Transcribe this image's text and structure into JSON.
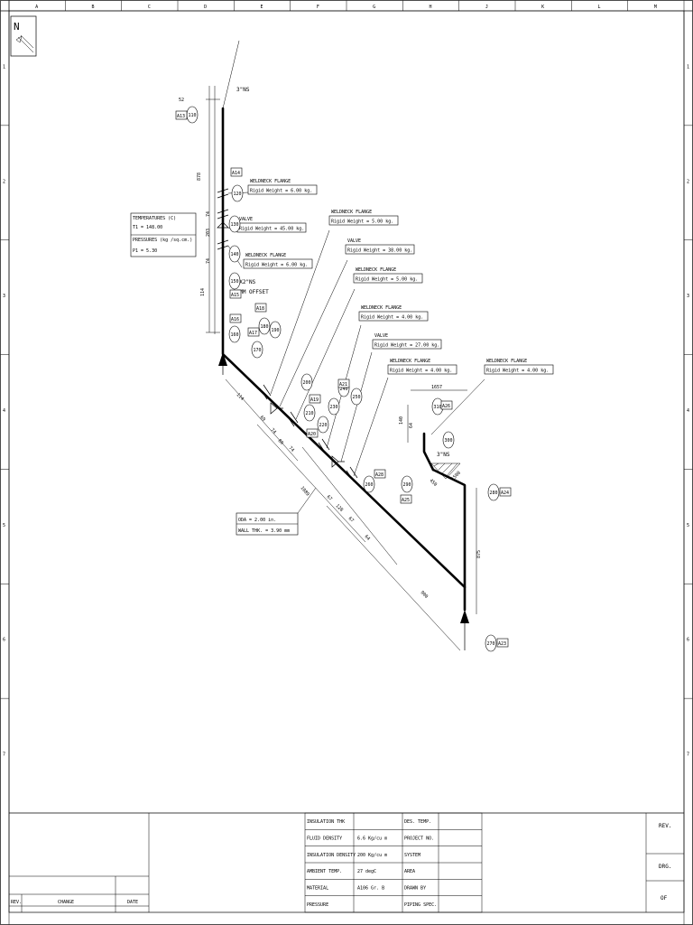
{
  "grid": {
    "columns": [
      "A",
      "B",
      "C",
      "D",
      "E",
      "F",
      "G",
      "H",
      "J",
      "K",
      "L",
      "M"
    ],
    "rows": [
      "1",
      "2",
      "3",
      "4",
      "5",
      "6",
      "7"
    ]
  },
  "north_arrow": "N",
  "pipe_labels": {
    "ns_top": "3\"NS",
    "ns_mid": "3\"NS",
    "reducer": "3\"X2\"NS",
    "offset": "14MM OFFSET"
  },
  "callouts": [
    {
      "title": "WELDNECK FLANGE",
      "weight": "Rigid Weight = 6.00 kg."
    },
    {
      "title": "VALVE",
      "weight": "Rigid Weight = 45.00 kg."
    },
    {
      "title": "WELDNECK FLANGE",
      "weight": "Rigid Weight = 6.00 kg."
    },
    {
      "title": "WELDNECK FLANGE",
      "weight": "Rigid Weight = 5.00 kg."
    },
    {
      "title": "VALVE",
      "weight": "Rigid Weight = 38.00 kg."
    },
    {
      "title": "WELDNECK FLANGE",
      "weight": "Rigid Weight = 5.00 kg."
    },
    {
      "title": "WELDNECK FLANGE",
      "weight": "Rigid Weight = 4.00 kg."
    },
    {
      "title": "VALVE",
      "weight": "Rigid Weight = 27.00 kg."
    },
    {
      "title": "WELDNECK FLANGE",
      "weight": "Rigid Weight = 4.00 kg."
    },
    {
      "title": "WELDNECK FLANGE",
      "weight": "Rigid Weight = 4.00 kg."
    }
  ],
  "conditions": {
    "temp_title": "TEMPERATURES (C)",
    "temp_value": "T1 = 148.00",
    "press_title": "PRESSURES (kg /sq.cm.)",
    "press_value": "P1 = 5.30"
  },
  "section": {
    "od": "ODA = 2.00 in.",
    "wall": "WALL THK. = 3.90 mm"
  },
  "nodes": {
    "n110": "110",
    "n120": "120",
    "n130": "130",
    "n140": "140",
    "n150": "150",
    "n160": "160",
    "n170": "170",
    "n180": "180",
    "n190": "190",
    "n200": "200",
    "n210": "210",
    "n220": "220",
    "n230": "230",
    "n240": "240",
    "n250": "250",
    "n260": "260",
    "n270": "270",
    "n280": "280",
    "n290": "290",
    "n300": "300",
    "n310": "310"
  },
  "anchors": {
    "a13": "A13",
    "a14": "A14",
    "a15": "A15",
    "a16": "A16",
    "a17": "A17",
    "a18": "A18",
    "a19": "A19",
    "a20": "A20",
    "a21": "A21",
    "a23": "A23",
    "a24": "A24",
    "a25": "A25",
    "a26": "A26",
    "a28": "A28"
  },
  "dimensions": {
    "d52": "52",
    "d878": "878",
    "d74a": "74",
    "d203": "203",
    "d74b": "74",
    "d114a": "114",
    "d114b": "114",
    "d69": "69",
    "d74c": "74",
    "d80": "80",
    "d74d": "74",
    "d1089": "1089",
    "d67a": "67",
    "d128": "128",
    "d67b": "67",
    "d64": "64",
    "d900": "900",
    "d875": "875",
    "d1657": "1657",
    "d140": "140",
    "d64b": "64",
    "d450": "450",
    "d1500": "1500"
  },
  "title_block": {
    "rev_col": "REV.",
    "change_col": "CHANGE",
    "date_col": "DATE",
    "rows": [
      {
        "label": "INSULATION THK",
        "value": "",
        "label2": "DES. TEMP.",
        "value2": ""
      },
      {
        "label": "FLUID DENSITY",
        "value": "6.6 Kg/cu m",
        "label2": "PROJECT NO.",
        "value2": ""
      },
      {
        "label": "INSULATION DENSITY",
        "value": "200 Kg/cu m",
        "label2": "SYSTEM",
        "value2": ""
      },
      {
        "label": "AMBIENT TEMP.",
        "value": "27 degC",
        "label2": "AREA",
        "value2": ""
      },
      {
        "label": "MATERIAL",
        "value": "A106 Gr. B",
        "label2": "DRAWN BY",
        "value2": ""
      },
      {
        "label": "PRESSURE",
        "value": "",
        "label2": "PIPING SPEC.",
        "value2": ""
      }
    ],
    "rev": "REV.",
    "drg": "DRG.",
    "of": "OF"
  }
}
